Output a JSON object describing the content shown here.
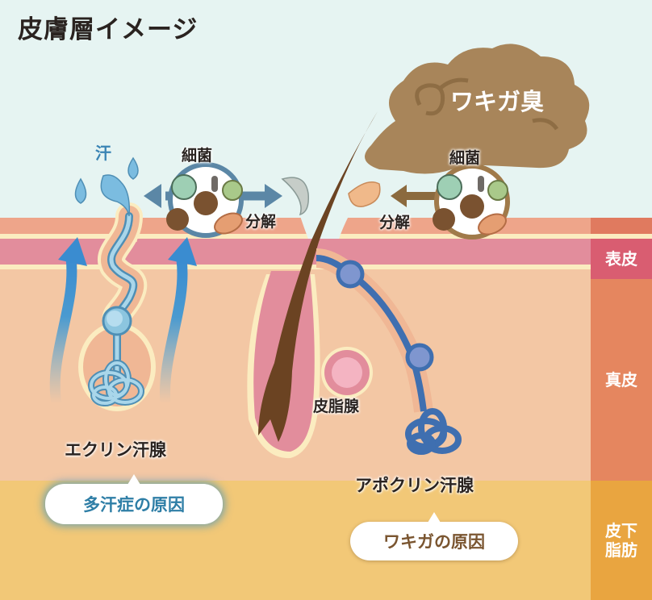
{
  "title": "皮膚層イメージ",
  "colors": {
    "background": "#e6f4f2",
    "epidermis": "#e28d9c",
    "dermis": "#f3c7a4",
    "subcutaneous_fat": "#f2c877",
    "side_epidermis": "#d95d71",
    "side_dermis": "#e5865f",
    "side_fat": "#e9a540",
    "eccrine_blue": "#6aaed0",
    "apocrine_blue": "#3f6fb0",
    "hair_brown": "#6b4322",
    "odor_cloud": "#a8855a"
  },
  "layers": {
    "epidermis": "表皮",
    "dermis": "真皮",
    "subcutaneous_line1": "皮下",
    "subcutaneous_line2": "脂肪"
  },
  "left": {
    "sweat_label": "汗",
    "bacteria_label": "細菌",
    "decompose_label": "分解",
    "gland_label": "エクリン汗腺",
    "cause_label": "多汗症の原因"
  },
  "center": {
    "sebaceous_label": "皮脂腺"
  },
  "right": {
    "odor_label": "ワキガ臭",
    "bacteria_label": "細菌",
    "decompose_label": "分解",
    "gland_label": "アポクリン汗腺",
    "cause_label": "ワキガの原因"
  }
}
